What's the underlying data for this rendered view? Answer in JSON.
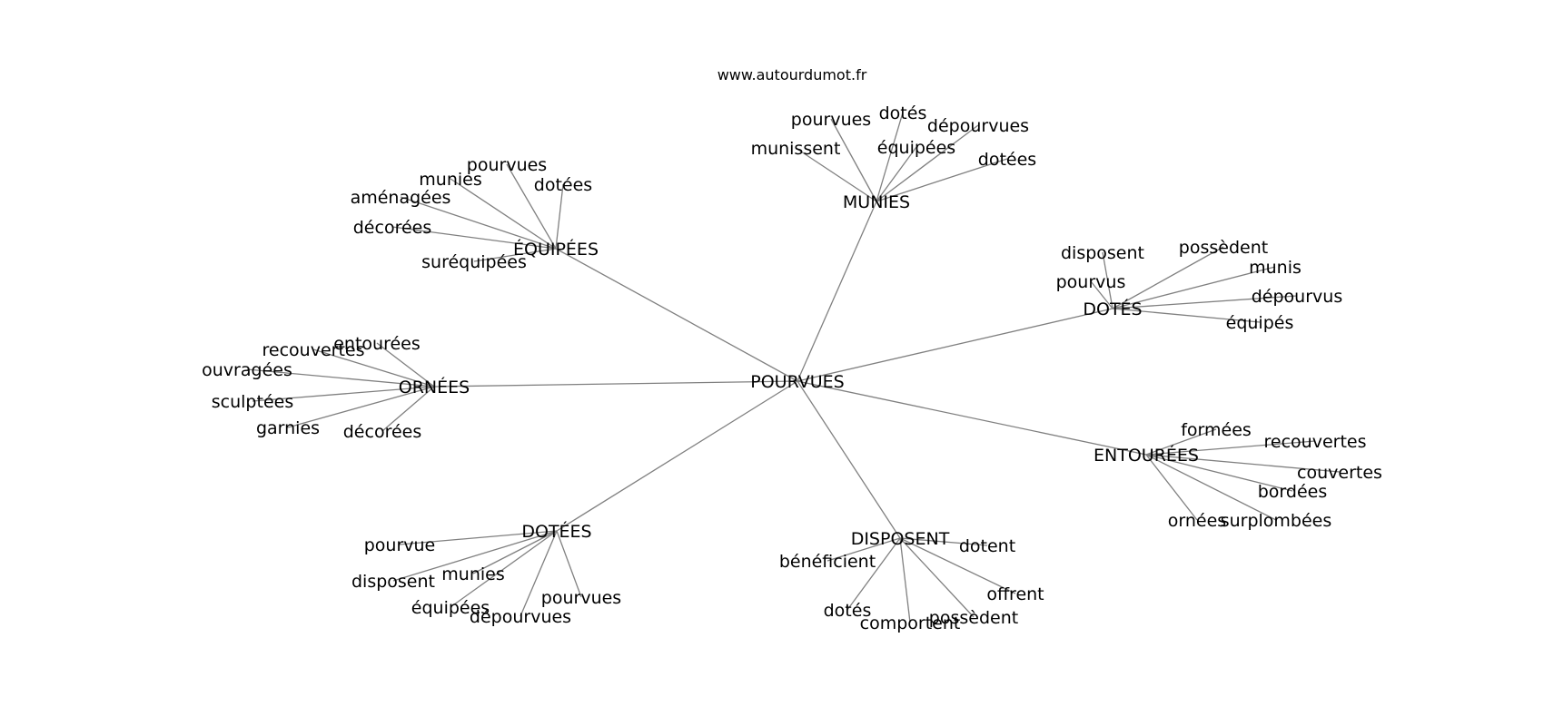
{
  "watermark": "www.autourdumot.fr",
  "colors": {
    "edge": "#808080",
    "text": "#000000",
    "background": "#ffffff"
  },
  "graph": {
    "center": "POURVUES",
    "clusters": [
      {
        "hub": "MUNIES",
        "words": [
          "pourvues",
          "dotés",
          "dépourvues",
          "munissent",
          "équipées",
          "dotées"
        ]
      },
      {
        "hub": "ÉQUIPÉES",
        "words": [
          "pourvues",
          "munies",
          "dotées",
          "aménagées",
          "décorées",
          "suréquipées"
        ]
      },
      {
        "hub": "DOTÉS",
        "words": [
          "disposent",
          "possèdent",
          "munis",
          "pourvus",
          "dépourvus",
          "équipés"
        ]
      },
      {
        "hub": "ORNÉES",
        "words": [
          "entourées",
          "recouvertes",
          "ouvragées",
          "sculptées",
          "garnies",
          "décorées"
        ]
      },
      {
        "hub": "ENTOURÉES",
        "words": [
          "formées",
          "recouvertes",
          "couvertes",
          "bordées",
          "ornées",
          "surplombées"
        ]
      },
      {
        "hub": "DOTÉES",
        "words": [
          "pourvue",
          "disposent",
          "munies",
          "pourvues",
          "équipées",
          "dépourvues"
        ]
      },
      {
        "hub": "DISPOSENT",
        "words": [
          "dotent",
          "bénéficient",
          "offrent",
          "dotés",
          "possèdent",
          "comportent"
        ]
      }
    ]
  }
}
